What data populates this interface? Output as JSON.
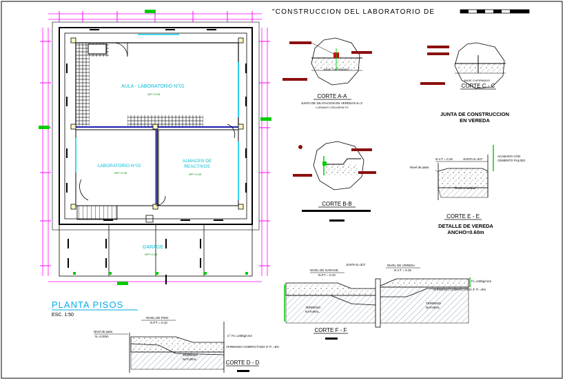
{
  "sheet": {
    "title": "\"CONSTRUCCION DEL LABORATORIO DE"
  },
  "plan": {
    "rooms": {
      "aula": "AULA - LABORATORIO N°01",
      "laboratorio": "LABORATORIO N°02",
      "almacen_line1": "ALMACEN DE",
      "almacen_line2": "REACTIVOS",
      "garage": "GARAGE"
    },
    "level_tag": "NPT+0.05",
    "plan_title": "PLANTA PISOS",
    "plan_scale": "ESC. 1:50"
  },
  "details": {
    "corte_a": {
      "title": "CORTE A-A",
      "sub1": "JUNTA DE DILATACION EN VEREDAS E=1\"",
      "sub2": "LLENADO CON ASFALTO",
      "base_label": "BASE O AFIRMADO"
    },
    "corte_b": {
      "title": "CORTE B-B"
    },
    "corte_c": {
      "title": "CORTE C - C",
      "sub1": "JUNTA DE CONSTRUCCION",
      "sub2": "EN VEREDA",
      "base_label": "BASE O AFIRMADO"
    },
    "corte_e": {
      "title": "CORTE E - E",
      "sub1": "DETALLE DE VEREDA",
      "sub2": "ANCHO=0.60m",
      "npt": "N.V.T = 0.15",
      "junta": "JUNTA E=3/4\"",
      "acabado1": "ACABADO CON",
      "acabado2": "CEMENTO PULIDO",
      "nivel_patio": "Nivel de patio",
      "terreno": "Terreno natural"
    },
    "corte_f": {
      "title": "CORTE F - F",
      "junta": "JUNTA E=3/4\"",
      "nivel_garage": "NIVEL DE GARAGE",
      "npt_garage": "N.P.T = 0.10",
      "nivel_vereda": "NIVEL DE VEREDA",
      "npt_vereda": "N.V.T = 0.15",
      "concreto": "f'c=140kg/cm2",
      "afirmado": "AFIRMADO COMPACTADO 3\" P. =5%",
      "terreno1": "TERRENO",
      "terreno2": "NATURAL"
    },
    "corte_d": {
      "title": "CORTE D - D",
      "nivel_piso": "NIVEL DE PISO",
      "npt": "N.P.T = 0.10",
      "nivel_patio": "Nivel de patio",
      "npt_patio": "N.=0.00m",
      "concreto": "C° Fc=140kg/cm2",
      "afirmado": "AFIRMADO COMPACTADO 3\" P. =5%",
      "terreno1": "TERRENO",
      "terreno2": "NATURAL"
    }
  },
  "colors": {
    "background": "#ffffff",
    "wall": "#000000",
    "dimension": "#ff00ff",
    "axis": "#00cc00",
    "cyan": "#00ccee",
    "room_label": "#00bcd4",
    "leader_red": "#cc0000",
    "title_blue": "#00aaee",
    "hatch_brown": "#b0a070"
  }
}
